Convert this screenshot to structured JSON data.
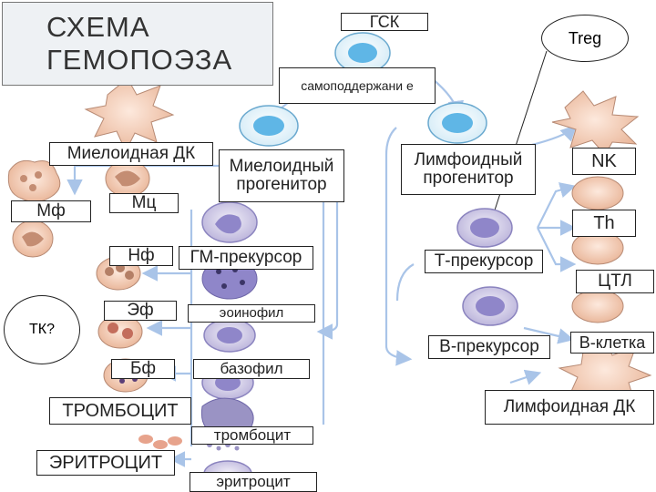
{
  "title": {
    "line1": "СХЕМА",
    "line2": "ГЕМОПОЭЗА"
  },
  "labels": {
    "gsk": "ГСК",
    "self_renewal": "самоподдержани е",
    "treg": "Treg",
    "myeloid_dc": "Миелоидная ДК",
    "myeloid_progenitor": "Миелоидный прогенитор",
    "lymphoid_progenitor": "Лимфоидный прогенитор",
    "nk": "NK",
    "mf": "Мф",
    "mc": "Мц",
    "nf": "Нф",
    "gm_precursor": "ГМ-прекурсор",
    "t_precursor": "Т-прекурсор",
    "th": "Th",
    "ctl": "ЦТЛ",
    "ef": "Эф",
    "eosinophil": "эоинофил",
    "tk": "ТК?",
    "b_precursor": "В-прекурсор",
    "b_cell": "В-клетка",
    "bf": "Бф",
    "basophil": "базофил",
    "thrombocyte_caps": "ТРОМБОЦИТ",
    "thrombocyte": "тромбоцит",
    "lymphoid_dc": "Лимфоидная ДК",
    "erythrocyte_caps": "ЭРИТРОЦИТ",
    "erythrocyte": "эритроцит"
  },
  "colors": {
    "arrow": "#a9c4e8",
    "stem_cell": "#5fb6e6",
    "lymph_cell": "#8f86c9",
    "dc_cell": "#e8b49a",
    "granulocyte": "#c79a86",
    "platelet": "#9a93c4"
  }
}
